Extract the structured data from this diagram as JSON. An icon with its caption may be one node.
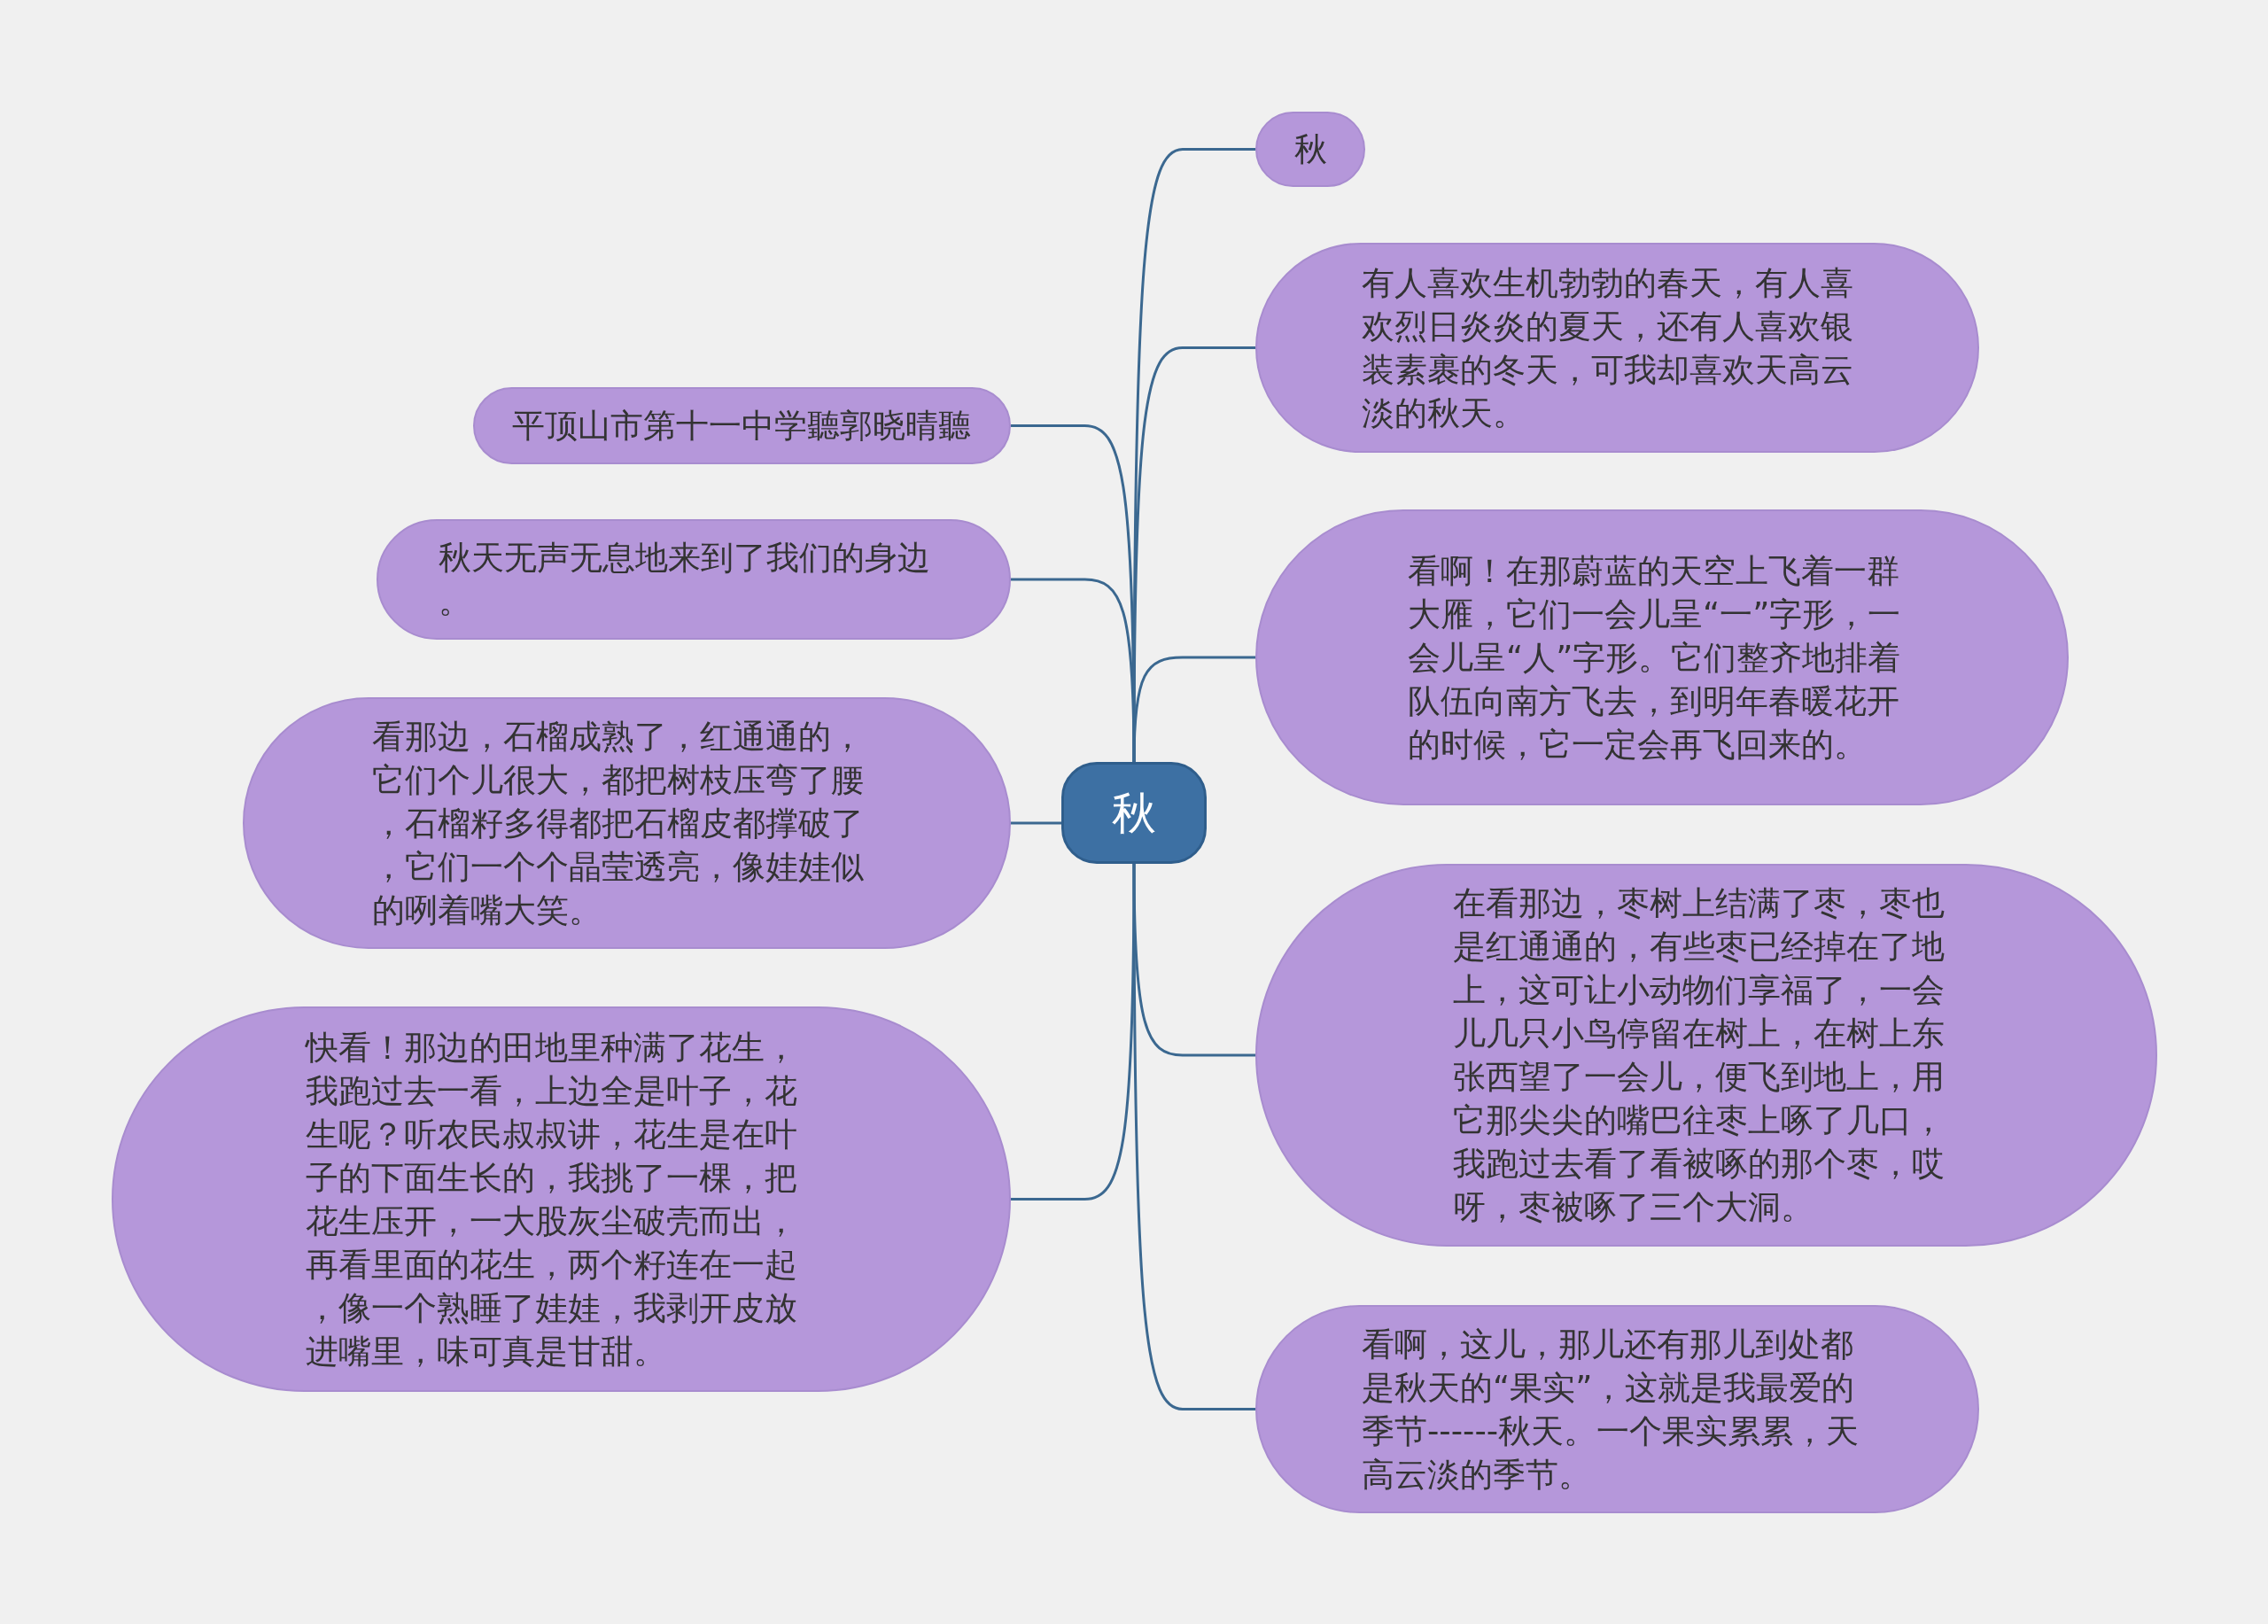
{
  "diagram": {
    "nodes": [
      {
        "text": [
          "秋"
        ]
      },
      {
        "text": [
          "平顶山市第十一中学聽郭晓晴聽"
        ]
      },
      {
        "text": [
          "秋天无声无息地来到了我们的身边。"
        ]
      },
      {
        "text": [
          "看那边，石榴成熟了，红通通的，它们个儿很大，都把树枝压弯了腰，石榴籽多得都把石榴皮都撑破了，它们一个个晶莹透亮，像娃娃似的咧着嘴大笑。"
        ]
      },
      {
        "text": [
          "快看！那边的田地里种满了花生，我跑过去一看，上边全是叶子，花生呢？听农民叔叔讲，花生是在叶子的下面生长的，我挑了一棵，把花生压开，一大股灰尘破壳而出，再看里面的花生，两个籽连在一起，像一个熟睡了娃娃，我剥开皮放进嘴里，味可真是甘甜。"
        ]
      },
      {
        "text": [
          "秋"
        ]
      },
      {
        "text": [
          "有人喜欢生机勃勃的春天，有人喜欢烈日炎炎的夏天，还有人喜欢银装素裹的冬天，可我却喜欢天高云淡的秋天。"
        ]
      },
      {
        "text": [
          "看啊！在那蔚蓝的天空上飞着一群大雁，它们一会儿呈“一”字形，一会儿呈“人”字形。它们整齐地排着队伍向南方飞去，到明年春暖花开的时候，它一定会再飞回来的。"
        ]
      },
      {
        "text": [
          "在看那边，枣树上结满了枣，枣也是红通通的，有些枣已经掉在了地上，这可让小动物们享福了，一会儿几只小鸟停留在树上，在树上东张西望了一会儿，便飞到地上，用它那尖尖的嘴巴往枣上啄了几口，我跑过去看了看被啄的那个枣，哎呀，枣被啄了三个大洞。"
        ]
      },
      {
        "text": [
          "看啊，这儿，那儿还有那儿到处都是秋天的“果实”，这就是我最爱的季节------秋天。一个果实累累，天高云淡的季节。"
        ]
      }
    ],
    "edges": [
      {
        "from": 0,
        "to": 1,
        "arrow": "none"
      },
      {
        "from": 0,
        "to": 2,
        "arrow": "none"
      },
      {
        "from": 0,
        "to": 3,
        "arrow": "none"
      },
      {
        "from": 0,
        "to": 4,
        "arrow": "none"
      },
      {
        "from": 0,
        "to": 5,
        "arrow": "none"
      },
      {
        "from": 0,
        "to": 6,
        "arrow": "none"
      },
      {
        "from": 0,
        "to": 7,
        "arrow": "none"
      },
      {
        "from": 0,
        "to": 8,
        "arrow": "none"
      },
      {
        "from": 0,
        "to": 9,
        "arrow": "none"
      }
    ]
  }
}
